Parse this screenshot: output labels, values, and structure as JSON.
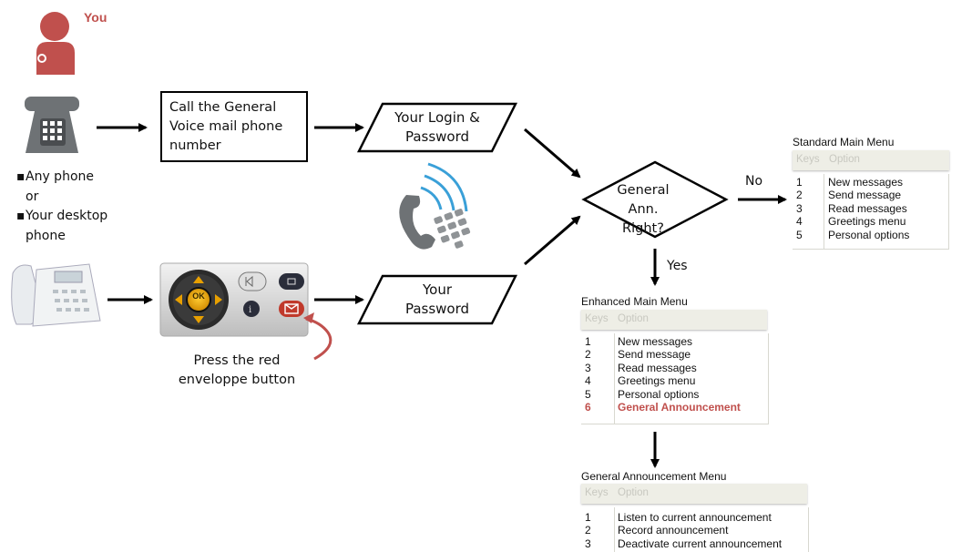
{
  "you_label": "You",
  "phone_bullets": [
    "Any phone",
    "or",
    "Your desktop",
    "phone"
  ],
  "call_box": "Call the General Voice mail phone number",
  "login_box": [
    "Your Login &",
    "Password"
  ],
  "password_box": [
    "Your",
    "Password"
  ],
  "red_button_caption": [
    "Press the red",
    "enveloppe button"
  ],
  "decision": [
    "General Ann.",
    "Right?"
  ],
  "no_label": "No",
  "yes_label": "Yes",
  "ok_key": "OK",
  "menu_headers": {
    "keys": "Keys",
    "option": "Option"
  },
  "standard_menu": {
    "title": "Standard Main Menu",
    "items": [
      {
        "key": "1",
        "label": "New messages"
      },
      {
        "key": "2",
        "label": "Send message"
      },
      {
        "key": "3",
        "label": "Read messages"
      },
      {
        "key": "4",
        "label": "Greetings menu"
      },
      {
        "key": "5",
        "label": "Personal options"
      }
    ]
  },
  "enhanced_menu": {
    "title": "Enhanced Main  Menu",
    "items": [
      {
        "key": "1",
        "label": "New messages"
      },
      {
        "key": "2",
        "label": "Send message"
      },
      {
        "key": "3",
        "label": "Read messages"
      },
      {
        "key": "4",
        "label": "Greetings menu"
      },
      {
        "key": "5",
        "label": "Personal options"
      },
      {
        "key": "6",
        "label": "General Announcement",
        "highlight": true
      }
    ]
  },
  "announcement_menu": {
    "title": "General Announcement Menu",
    "items": [
      {
        "key": "1",
        "label": "Listen to current announcement"
      },
      {
        "key": "2",
        "label": "Record announcement"
      },
      {
        "key": "3",
        "label": "Deactivate current announcement"
      }
    ]
  },
  "colors": {
    "accent_red": "#c0504d",
    "handset_blue": "#3aa0d8",
    "phone_grey": "#6e7275"
  }
}
